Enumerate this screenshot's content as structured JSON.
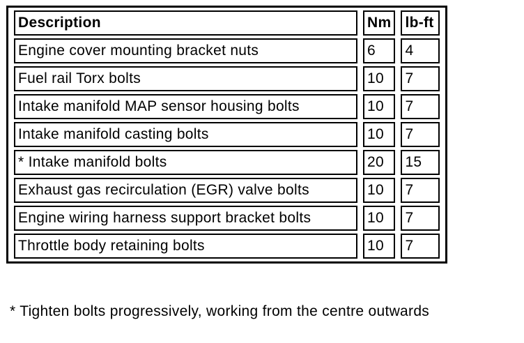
{
  "page": {
    "background_color": "#ffffff",
    "text_color": "#000000",
    "border_color": "#000000"
  },
  "torque_table": {
    "headers": {
      "description": "Description",
      "nm": "Nm",
      "lb_ft": "lb-ft"
    },
    "rows": [
      {
        "description": "Engine cover mounting bracket nuts",
        "nm": "6",
        "lb_ft": "4"
      },
      {
        "description": "Fuel rail Torx bolts",
        "nm": "10",
        "lb_ft": "7"
      },
      {
        "description": "Intake manifold MAP sensor housing bolts",
        "nm": "10",
        "lb_ft": "7"
      },
      {
        "description": "Intake manifold casting bolts",
        "nm": "10",
        "lb_ft": "7"
      },
      {
        "description": "* Intake manifold bolts",
        "nm": "20",
        "lb_ft": "15"
      },
      {
        "description": "Exhaust gas recirculation (EGR) valve bolts",
        "nm": "10",
        "lb_ft": "7"
      },
      {
        "description": "Engine wiring harness support bracket bolts",
        "nm": "10",
        "lb_ft": "7"
      },
      {
        "description": "Throttle body retaining bolts",
        "nm": "10",
        "lb_ft": "7"
      }
    ]
  },
  "footnote": "* Tighten bolts progressively, working from the centre outwards"
}
